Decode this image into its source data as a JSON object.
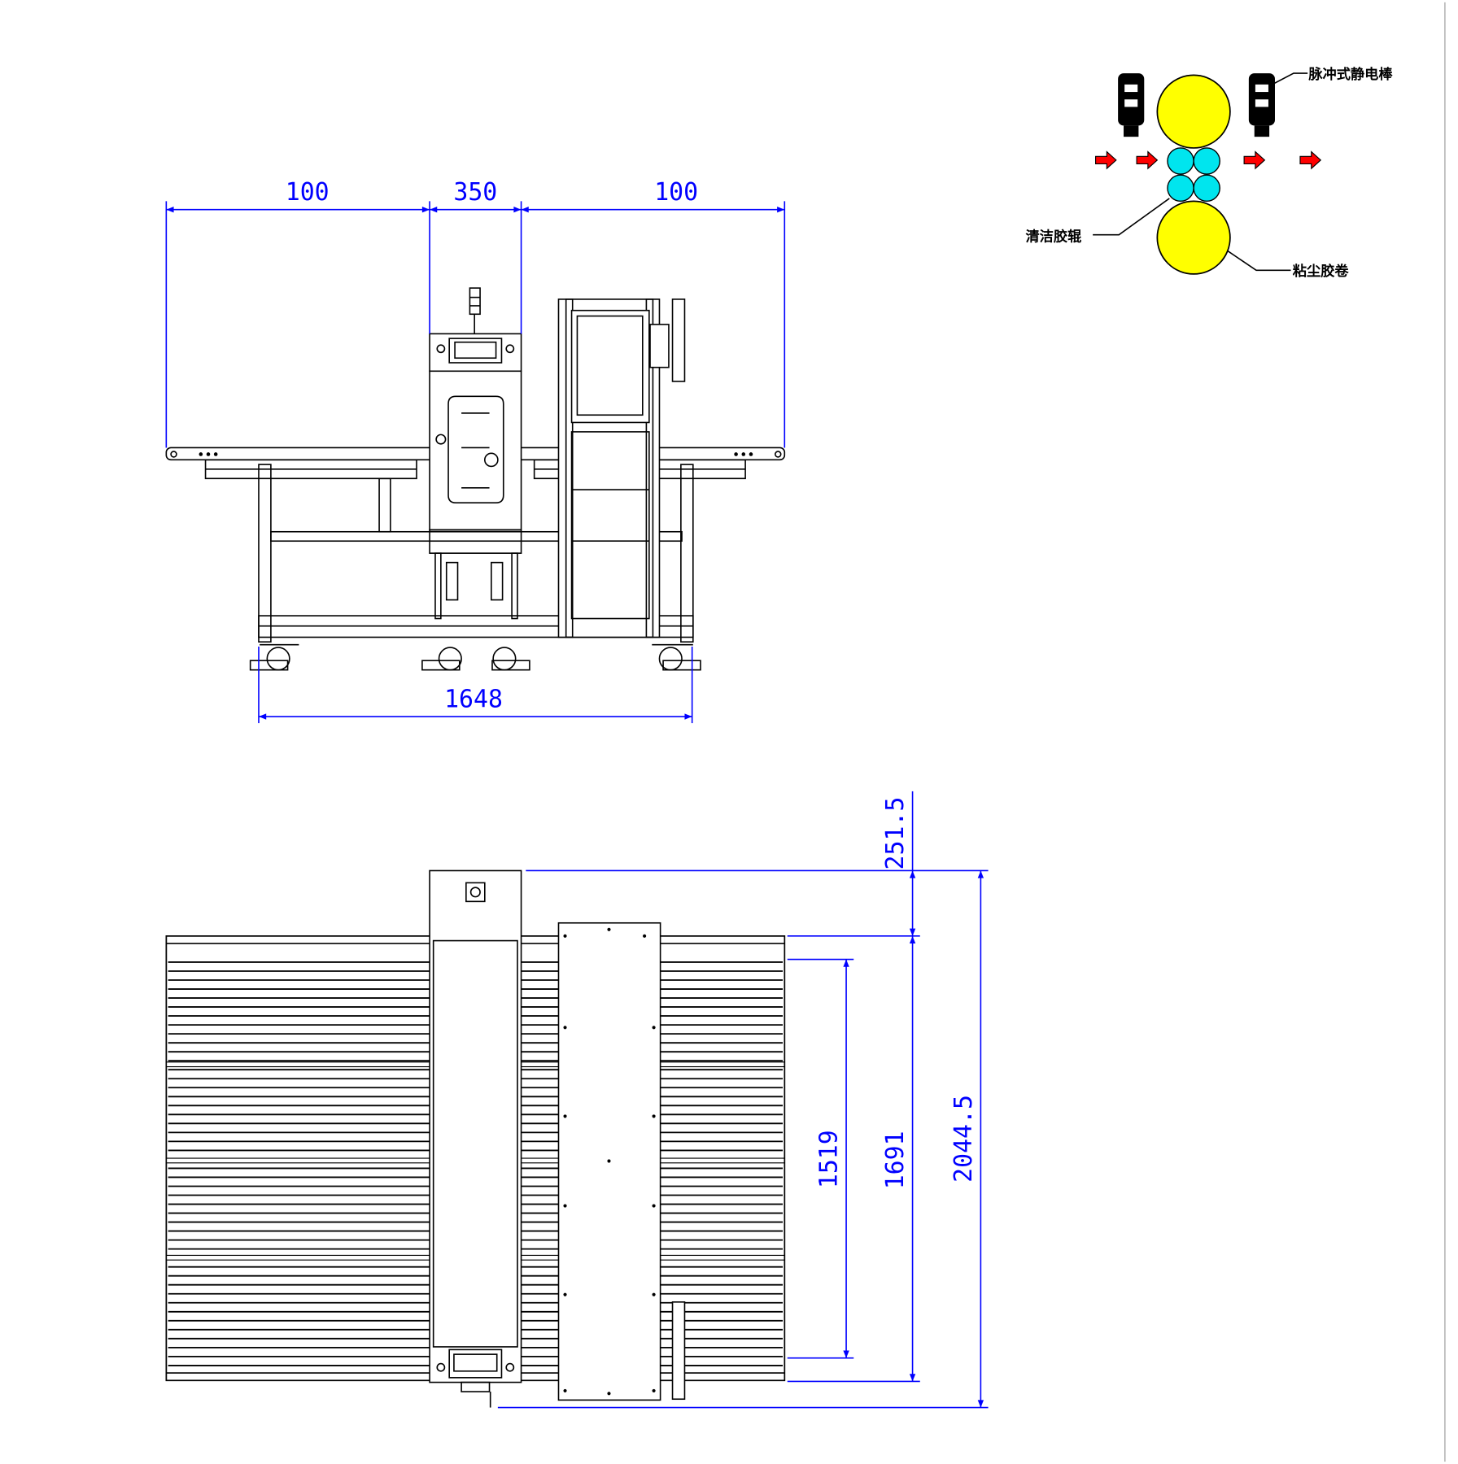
{
  "front_view": {
    "dimensions": {
      "left_infeed": "100",
      "aperture": "350",
      "right_outfeed": "100",
      "leg_span": "1648"
    }
  },
  "top_view": {
    "dimensions": {
      "head_offset": "251.5",
      "roller_length": "1519",
      "frame_width": "1691",
      "overall_depth": "2044.5"
    }
  },
  "inset_diagram": {
    "labels": {
      "static_bar": "脉冲式静电棒",
      "cleaning_rollers": "清洁胶辊",
      "dust_roller": "粘尘胶卷"
    },
    "colors": {
      "dust_roller": "#ffff00",
      "cleaning_roller": "#00e5ee",
      "flow_arrow": "#ff0000",
      "dimension": "#0000ff"
    }
  }
}
